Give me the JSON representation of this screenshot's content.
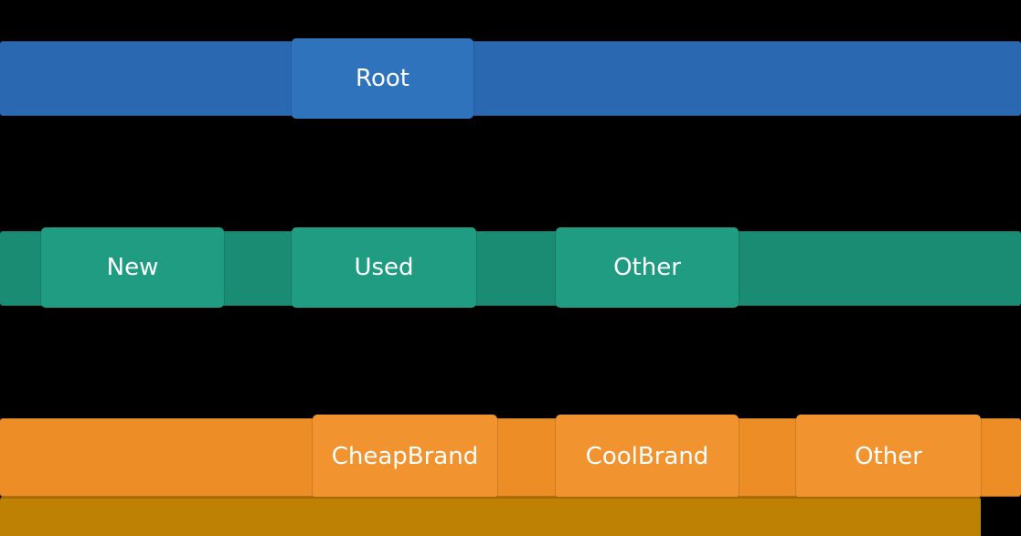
{
  "colors": {
    "background": "#000000",
    "level1_band": "#2a69b1",
    "level1_node": "#2f73bd",
    "level2_band": "#1a8c73",
    "level2_node": "#1f9c81",
    "level3_band": "#ec8d26",
    "level3_node": "#f1932f",
    "level4_band": "#bf8103",
    "label_text": "#ffffff"
  },
  "tree": {
    "levels": [
      {
        "depth": 1,
        "color": "#2f73bd",
        "nodes": [
          {
            "label": "Root"
          }
        ]
      },
      {
        "depth": 2,
        "color": "#1f9c81",
        "nodes": [
          {
            "label": "New"
          },
          {
            "label": "Used"
          },
          {
            "label": "Other"
          }
        ]
      },
      {
        "depth": 3,
        "color": "#f1932f",
        "nodes": [
          {
            "label": "CheapBrand"
          },
          {
            "label": "CoolBrand"
          },
          {
            "label": "Other"
          }
        ]
      },
      {
        "depth": 4,
        "color": "#bf8103",
        "nodes": []
      }
    ],
    "hierarchy": {
      "Root": [
        "New",
        "Used",
        "Other"
      ],
      "Other": [
        "CheapBrand",
        "CoolBrand",
        "Other"
      ]
    }
  }
}
